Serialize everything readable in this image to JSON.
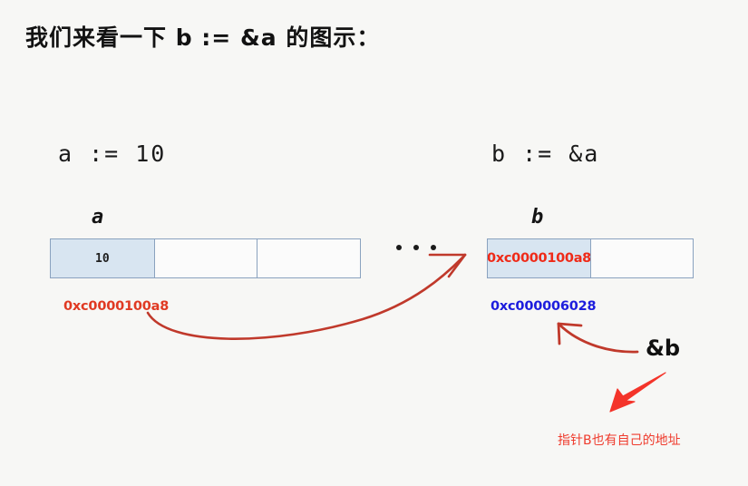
{
  "page": {
    "background_color": "#f7f7f5",
    "title": "我们来看一下 b := &a 的图示："
  },
  "left_panel": {
    "expression": "a  :=  10",
    "variable_label": "a",
    "memory": {
      "cells": [
        {
          "value": "10",
          "filled": true
        },
        {
          "value": "",
          "filled": false
        },
        {
          "value": "",
          "filled": false
        }
      ]
    },
    "address": "0xc0000100a8",
    "address_color": "#e03a23"
  },
  "right_panel": {
    "expression": "b  :=  &a",
    "variable_label": "b",
    "memory": {
      "cells": [
        {
          "value": "0xc0000100a8",
          "filled": true
        },
        {
          "value": "",
          "filled": false
        }
      ]
    },
    "value_color": "#ef2a18",
    "address": "0xc000006028",
    "address_color": "#1d1ddd"
  },
  "separator": {
    "icon": "ellipsis-dots",
    "dot_count": 3,
    "dot_color": "#1a1a1a"
  },
  "annotations": {
    "amp_b_label": "&b",
    "caption": "指针B也有自己的地址",
    "caption_color": "#ef3b2d",
    "arrow_colors": {
      "curved_dark_red": "#c0392b",
      "solid_bright_red": "#f4342a"
    }
  },
  "arrows": [
    {
      "name": "a-address-to-b-value-arrow",
      "from": "0xc0000100a8 (left address)",
      "to": "b memory cell",
      "style": "long curved",
      "color": "#c0392b"
    },
    {
      "name": "amp-b-to-b-address-arrow",
      "from": "&b",
      "to": "0xc000006028",
      "style": "short curved",
      "color": "#c0392b"
    },
    {
      "name": "amp-b-to-caption-arrow",
      "from": "&b",
      "to": "指针B也有自己的地址",
      "style": "straight solid",
      "color": "#f4342a"
    }
  ]
}
